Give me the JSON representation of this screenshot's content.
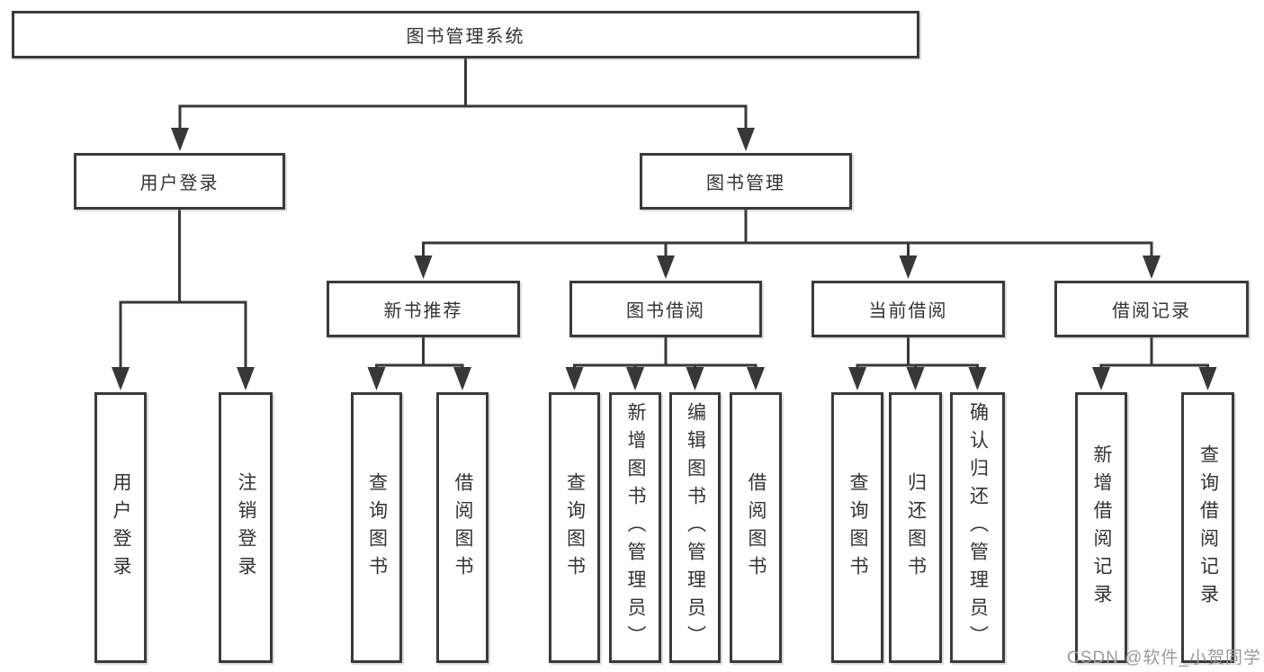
{
  "diagram": {
    "root": {
      "label": "图书管理系统"
    },
    "level2": [
      {
        "label": "用户登录"
      },
      {
        "label": "图书管理"
      }
    ],
    "level3": [
      {
        "label": "新书推荐",
        "parent": "图书管理"
      },
      {
        "label": "图书借阅",
        "parent": "图书管理"
      },
      {
        "label": "当前借阅",
        "parent": "图书管理"
      },
      {
        "label": "借阅记录",
        "parent": "图书管理"
      }
    ],
    "leaves": [
      {
        "label": "用户登录",
        "parent": "用户登录"
      },
      {
        "label": "注销登录",
        "parent": "用户登录"
      },
      {
        "label": "查询图书",
        "parent": "新书推荐"
      },
      {
        "label": "借阅图书",
        "parent": "新书推荐"
      },
      {
        "label": "查询图书",
        "parent": "图书借阅"
      },
      {
        "label": "新增图书（管理员）",
        "parent": "图书借阅"
      },
      {
        "label": "编辑图书（管理员）",
        "parent": "图书借阅"
      },
      {
        "label": "借阅图书",
        "parent": "图书借阅"
      },
      {
        "label": "查询图书",
        "parent": "当前借阅"
      },
      {
        "label": "归还图书",
        "parent": "当前借阅"
      },
      {
        "label": "确认归还（管理员）",
        "parent": "当前借阅"
      },
      {
        "label": "新增借阅记录",
        "parent": "借阅记录"
      },
      {
        "label": "查询借阅记录",
        "parent": "借阅记录"
      }
    ],
    "watermark": "CSDN @软件_小贺同学",
    "colors": {
      "line": "#373737",
      "box_border": "#3a3a3a",
      "text": "#333333",
      "watermark": "#9b9b9b",
      "background": "#ffffff"
    }
  }
}
